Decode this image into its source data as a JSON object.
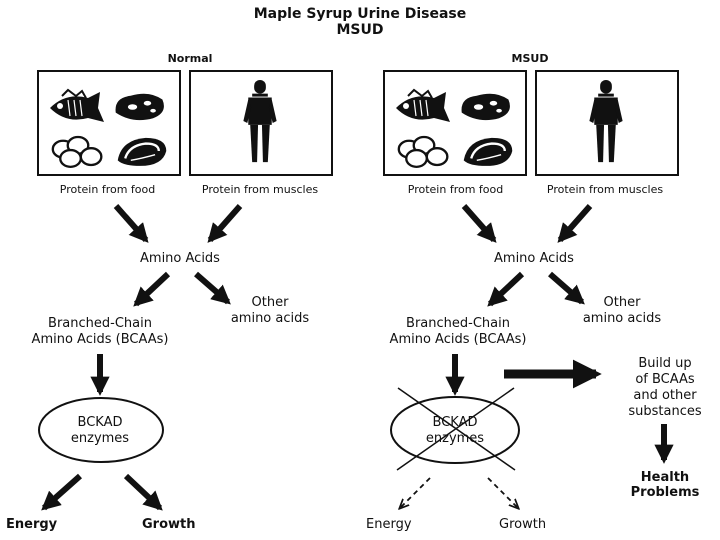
{
  "title": {
    "line1": "Maple Syrup Urine Disease",
    "line2": "MSUD"
  },
  "normal": {
    "header": "Normal",
    "food_label": "Protein from food",
    "muscle_label": "Protein from muscles",
    "amino_acids": "Amino Acids",
    "other_line1": "Other",
    "other_line2": "amino acids",
    "bcaa_line1": "Branched-Chain",
    "bcaa_line2": "Amino Acids (BCAAs)",
    "enzyme_line1": "BCKAD",
    "enzyme_line2": "enzymes",
    "energy": "Energy",
    "growth": "Growth"
  },
  "msud": {
    "header": "MSUD",
    "food_label": "Protein from food",
    "muscle_label": "Protein from muscles",
    "amino_acids": "Amino Acids",
    "other_line1": "Other",
    "other_line2": "amino acids",
    "bcaa_line1": "Branched-Chain",
    "bcaa_line2": "Amino Acids (BCAAs)",
    "enzyme_line1": "BCKAD",
    "enzyme_line2": "enzymes",
    "buildup_line1": "Build up",
    "buildup_line2": "of BCAAs",
    "buildup_line3": "and other",
    "buildup_line4": "substances",
    "health_line1": "Health",
    "health_line2": "Problems",
    "energy": "Energy",
    "growth": "Growth"
  },
  "icons": [
    "fish-icon",
    "meat-icon",
    "eggs-icon",
    "steak-icon",
    "person-icon"
  ],
  "colors": {
    "ink": "#111111",
    "background": "#ffffff"
  }
}
